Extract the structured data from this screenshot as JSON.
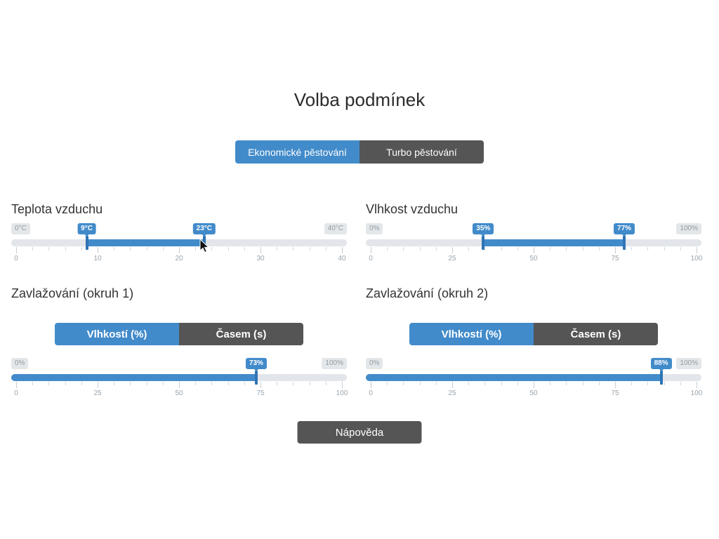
{
  "title": "Volba podmínek",
  "mode_toggle": {
    "options": [
      {
        "label": "Ekonomické pěstování",
        "active": true
      },
      {
        "label": "Turbo pěstování",
        "active": false
      }
    ]
  },
  "sections": [
    {
      "heading": "Teplota vzduchu",
      "slider": {
        "kind": "range",
        "min": 0,
        "max": 40,
        "from": 9,
        "to": 23,
        "min_label": "0°C",
        "max_label": "40°C",
        "from_label": "9°C",
        "to_label": "23°C",
        "tick_labels": [
          "0",
          "10",
          "20",
          "30",
          "40"
        ]
      }
    },
    {
      "heading": "Vlhkost vzduchu",
      "slider": {
        "kind": "range",
        "min": 0,
        "max": 100,
        "from": 35,
        "to": 77,
        "min_label": "0%",
        "max_label": "100%",
        "from_label": "35%",
        "to_label": "77%",
        "tick_labels": [
          "0",
          "25",
          "50",
          "75",
          "100"
        ]
      }
    },
    {
      "heading": "Zavlažování (okruh 1)",
      "toggle": {
        "options": [
          {
            "label": "Vlhkostí (%)",
            "active": true
          },
          {
            "label": "Časem (s)",
            "active": false
          }
        ]
      },
      "slider": {
        "kind": "single",
        "min": 0,
        "max": 100,
        "value": 73,
        "min_label": "0%",
        "max_label": "100%",
        "value_label": "73%",
        "tick_labels": [
          "0",
          "25",
          "50",
          "75",
          "100"
        ]
      }
    },
    {
      "heading": "Zavlažování (okruh 2)",
      "toggle": {
        "options": [
          {
            "label": "Vlhkostí (%)",
            "active": true
          },
          {
            "label": "Časem (s)",
            "active": false
          }
        ]
      },
      "slider": {
        "kind": "single",
        "min": 0,
        "max": 100,
        "value": 88,
        "min_label": "0%",
        "max_label": "100%",
        "value_label": "88%",
        "tick_labels": [
          "0",
          "25",
          "50",
          "75",
          "100"
        ]
      }
    }
  ],
  "help_button": {
    "label": "Nápověda"
  },
  "colors": {
    "accent_blue": "#428bca",
    "handle_blue": "#2f74b4",
    "button_dark": "#555555",
    "track_gray": "#e2e5e9",
    "pill_gray_bg": "#e4e7ea",
    "pill_gray_text": "#939aa1",
    "grid_text": "#9aa4ad",
    "heading_text": "#333333"
  }
}
